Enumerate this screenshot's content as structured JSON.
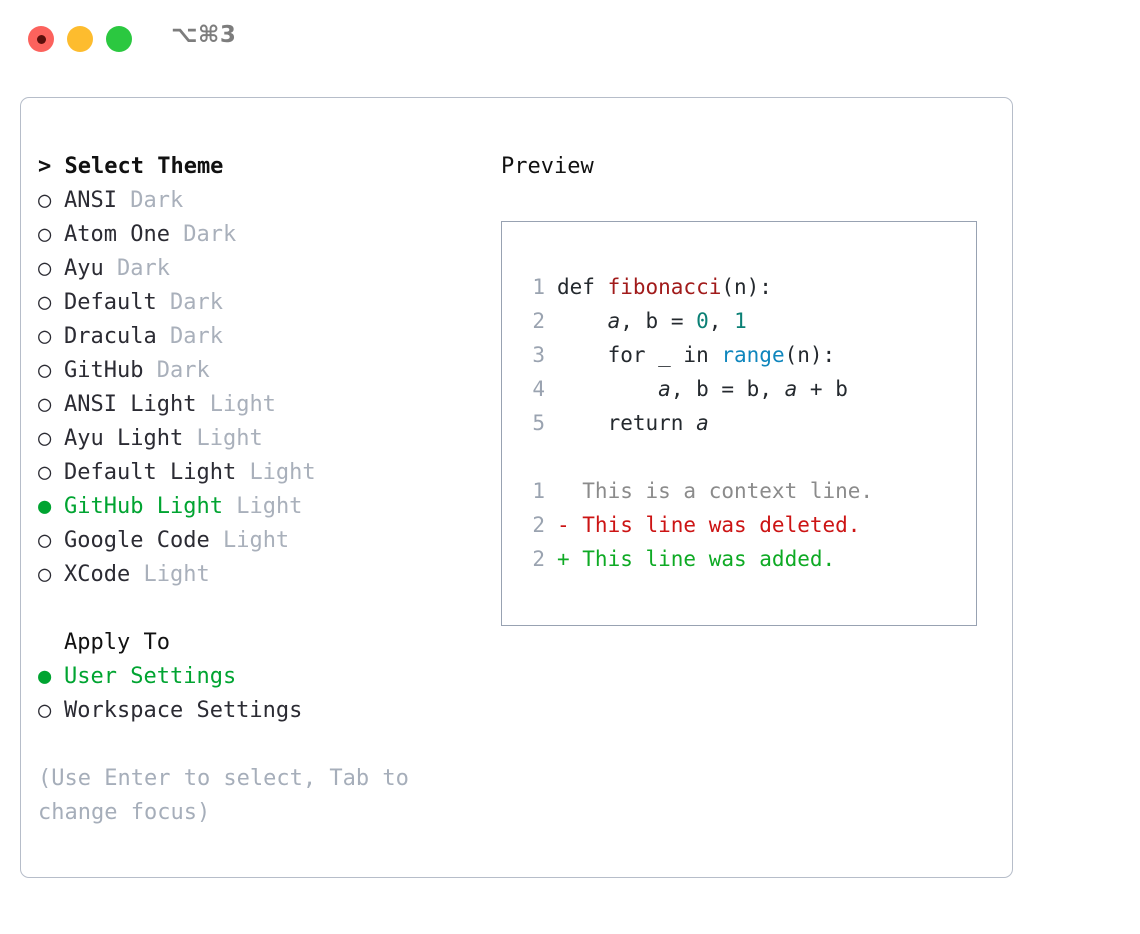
{
  "titlebar": {
    "shortcut": "⌥⌘3",
    "lights": [
      {
        "name": "close",
        "color": "#fc625d"
      },
      {
        "name": "minimize",
        "color": "#fdbc2e"
      },
      {
        "name": "maximize",
        "color": "#2bc840"
      }
    ]
  },
  "theme_picker": {
    "heading": "> Select Theme",
    "selected_bullet": "●",
    "unselected_bullet": "○",
    "items": [
      {
        "bullet": "○",
        "label": "ANSI",
        "kind": "Dark",
        "selected": false
      },
      {
        "bullet": "○",
        "label": "Atom One",
        "kind": "Dark",
        "selected": false
      },
      {
        "bullet": "○",
        "label": "Ayu",
        "kind": "Dark",
        "selected": false
      },
      {
        "bullet": "○",
        "label": "Default",
        "kind": "Dark",
        "selected": false
      },
      {
        "bullet": "○",
        "label": "Dracula",
        "kind": "Dark",
        "selected": false
      },
      {
        "bullet": "○",
        "label": "GitHub",
        "kind": "Dark",
        "selected": false
      },
      {
        "bullet": "○",
        "label": "ANSI Light",
        "kind": "Light",
        "selected": false
      },
      {
        "bullet": "○",
        "label": "Ayu Light",
        "kind": "Light",
        "selected": false
      },
      {
        "bullet": "○",
        "label": "Default Light",
        "kind": "Light",
        "selected": false
      },
      {
        "bullet": "●",
        "label": "GitHub Light",
        "kind": "Light",
        "selected": true
      },
      {
        "bullet": "○",
        "label": "Google Code",
        "kind": "Light",
        "selected": false
      },
      {
        "bullet": "○",
        "label": "XCode",
        "kind": "Light",
        "selected": false
      }
    ]
  },
  "apply_to": {
    "heading": "Apply To",
    "items": [
      {
        "bullet": "●",
        "label": "User Settings",
        "selected": true
      },
      {
        "bullet": "○",
        "label": "Workspace Settings",
        "selected": false
      }
    ]
  },
  "hint": "(Use Enter to select, Tab to change focus)",
  "preview": {
    "title": "Preview",
    "code_lines": [
      {
        "num": "1",
        "tokens": [
          {
            "t": "def ",
            "c": "plain"
          },
          {
            "t": "fibonacci",
            "c": "fn"
          },
          {
            "t": "(n):",
            "c": "plain"
          }
        ]
      },
      {
        "num": "2",
        "tokens": [
          {
            "t": "    ",
            "c": "plain"
          },
          {
            "t": "a",
            "c": "var"
          },
          {
            "t": ", ",
            "c": "plain"
          },
          {
            "t": "b",
            "c": "plain"
          },
          {
            "t": " = ",
            "c": "plain"
          },
          {
            "t": "0",
            "c": "num"
          },
          {
            "t": ", ",
            "c": "plain"
          },
          {
            "t": "1",
            "c": "num"
          }
        ]
      },
      {
        "num": "3",
        "tokens": [
          {
            "t": "    for _ in ",
            "c": "plain"
          },
          {
            "t": "range",
            "c": "call"
          },
          {
            "t": "(n):",
            "c": "plain"
          }
        ]
      },
      {
        "num": "4",
        "tokens": [
          {
            "t": "        ",
            "c": "plain"
          },
          {
            "t": "a",
            "c": "var"
          },
          {
            "t": ", b = b, ",
            "c": "plain"
          },
          {
            "t": "a",
            "c": "var"
          },
          {
            "t": " + b",
            "c": "plain"
          }
        ]
      },
      {
        "num": "5",
        "tokens": [
          {
            "t": "    return ",
            "c": "plain"
          },
          {
            "t": "a",
            "c": "var"
          }
        ]
      }
    ],
    "diff_lines": [
      {
        "num": "1",
        "marker": "  ",
        "text": "This is a context line.",
        "kind": "ctx"
      },
      {
        "num": "2",
        "marker": "- ",
        "text": "This line was deleted.",
        "kind": "del"
      },
      {
        "num": "2",
        "marker": "+ ",
        "text": "This line was added.",
        "kind": "add"
      }
    ]
  },
  "colors": {
    "accent_green": "#00a431",
    "muted": "#a9b0bb",
    "hint": "#a6aeba",
    "panel_border": "#b6bdc9",
    "preview_border": "#98a2b2",
    "diff_add": "#0eaa24",
    "diff_del": "#cc1414",
    "syntax_fn": "#a11b1b",
    "syntax_num": "#0b8075",
    "syntax_call": "#0f86bd"
  }
}
